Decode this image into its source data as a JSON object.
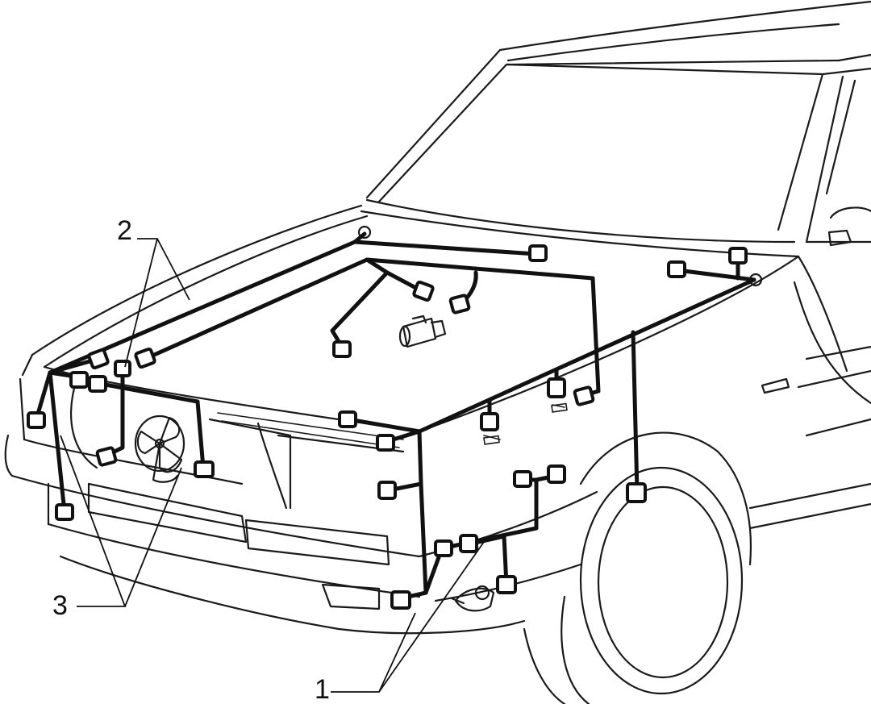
{
  "callouts": [
    {
      "id": "harness-1",
      "label": "1"
    },
    {
      "id": "harness-2",
      "label": "2"
    },
    {
      "id": "harness-3",
      "label": "3"
    }
  ],
  "colors": {
    "line": "#111111",
    "background": "#ffffff"
  }
}
